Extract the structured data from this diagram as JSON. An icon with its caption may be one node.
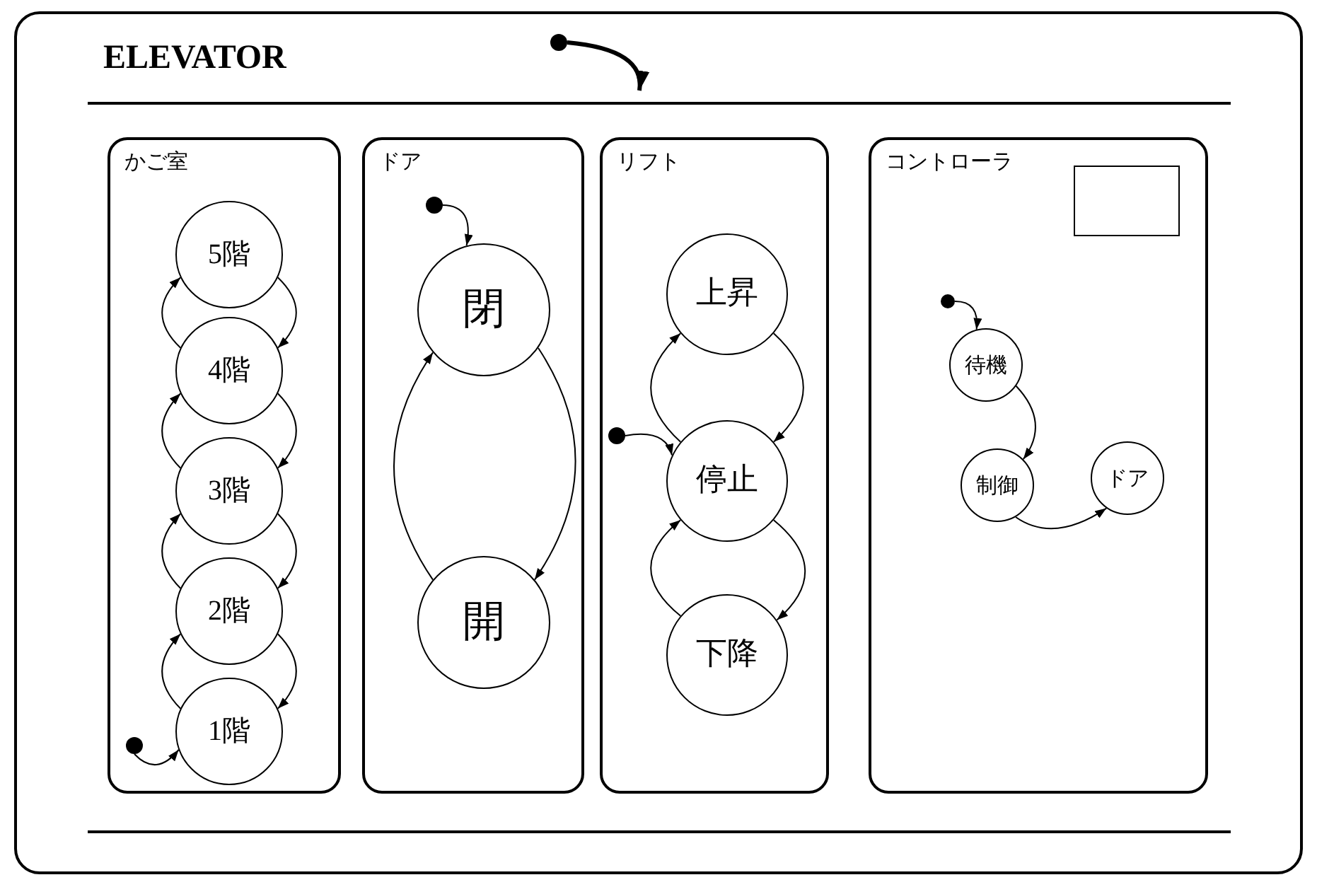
{
  "diagram": {
    "nodes": [
      {
        "text": [
          "ELEVATOR"
        ]
      },
      {
        "text": [],
        "shape": "circle",
        "in": 0
      },
      {
        "text": [
          "かご室"
        ],
        "in": 0
      },
      {
        "text": [],
        "shape": "circle",
        "in": 2
      },
      {
        "text": [
          "5階"
        ],
        "in": 2
      },
      {
        "text": [
          "4階"
        ],
        "in": 2
      },
      {
        "text": [
          "3階"
        ],
        "in": 2
      },
      {
        "text": [
          "2階"
        ],
        "in": 2
      },
      {
        "text": [
          "1階"
        ],
        "in": 2
      },
      {
        "text": [
          "ドア"
        ],
        "in": 0
      },
      {
        "text": [],
        "shape": "circle",
        "in": 9
      },
      {
        "text": [
          "閉"
        ],
        "in": 9
      },
      {
        "text": [
          "開"
        ],
        "in": 9
      },
      {
        "text": [
          "リフト"
        ],
        "in": 0
      },
      {
        "text": [
          "上昇"
        ],
        "in": 13
      },
      {
        "text": [],
        "shape": "circle",
        "in": 13
      },
      {
        "text": [
          "停止"
        ],
        "in": 13
      },
      {
        "text": [
          "下降"
        ],
        "in": 13
      },
      {
        "text": [
          "コントローラ"
        ],
        "in": 0
      },
      {
        "text": [],
        "shape": "box",
        "in": 18
      },
      {
        "text": [],
        "shape": "circle",
        "in": 18
      },
      {
        "text": [
          "待機"
        ],
        "in": 18
      },
      {
        "text": [
          "制御"
        ],
        "in": 18
      },
      {
        "text": [
          "ドア"
        ],
        "in": 18
      }
    ],
    "edges": [
      {
        "from": 1,
        "to": null,
        "arrow": "to",
        "style": "thick"
      },
      {
        "from": 3,
        "to": 8,
        "arrow": "to"
      },
      {
        "from": 8,
        "to": 7,
        "arrow": "to"
      },
      {
        "from": 7,
        "to": 6,
        "arrow": "to"
      },
      {
        "from": 6,
        "to": 5,
        "arrow": "to"
      },
      {
        "from": 5,
        "to": 4,
        "arrow": "to"
      },
      {
        "from": 4,
        "to": 5,
        "arrow": "to"
      },
      {
        "from": 5,
        "to": 6,
        "arrow": "to"
      },
      {
        "from": 6,
        "to": 7,
        "arrow": "to"
      },
      {
        "from": 7,
        "to": 8,
        "arrow": "to"
      },
      {
        "from": 10,
        "to": 11,
        "arrow": "to"
      },
      {
        "from": 11,
        "to": 12,
        "arrow": "to"
      },
      {
        "from": 12,
        "to": 11,
        "arrow": "to"
      },
      {
        "from": 15,
        "to": 16,
        "arrow": "to"
      },
      {
        "from": 16,
        "to": 14,
        "arrow": "to"
      },
      {
        "from": 14,
        "to": 16,
        "arrow": "to"
      },
      {
        "from": 16,
        "to": 17,
        "arrow": "to"
      },
      {
        "from": 17,
        "to": 16,
        "arrow": "to"
      },
      {
        "from": 20,
        "to": 21,
        "arrow": "to"
      },
      {
        "from": 21,
        "to": 22,
        "arrow": "to"
      },
      {
        "from": 22,
        "to": 23,
        "arrow": "to"
      }
    ]
  }
}
